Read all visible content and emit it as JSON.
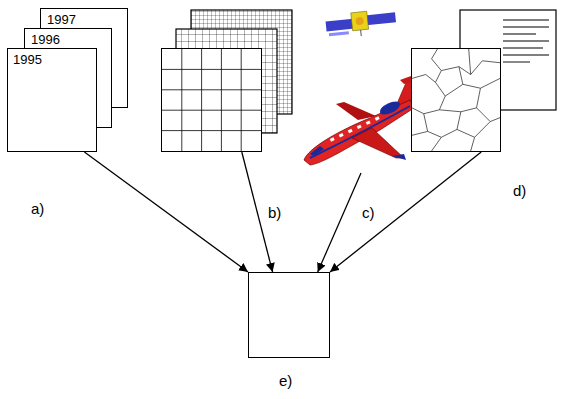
{
  "diagram": {
    "nodes": [
      {
        "text": [
          "1997"
        ]
      },
      {
        "text": [
          "1996"
        ]
      },
      {
        "text": [
          "1995",
          "a)"
        ]
      },
      {
        "text": [
          "b)"
        ]
      },
      {
        "text": [
          "c)"
        ]
      },
      {
        "text": [
          "d)"
        ]
      },
      {
        "text": [
          "e)"
        ]
      }
    ],
    "edges": [
      {
        "from": 2,
        "to": 6,
        "arrow": "to"
      },
      {
        "from": 3,
        "to": 6,
        "arrow": "to"
      },
      {
        "from": 4,
        "to": 6,
        "arrow": "to"
      },
      {
        "from": 5,
        "to": 6,
        "arrow": "to"
      }
    ]
  }
}
